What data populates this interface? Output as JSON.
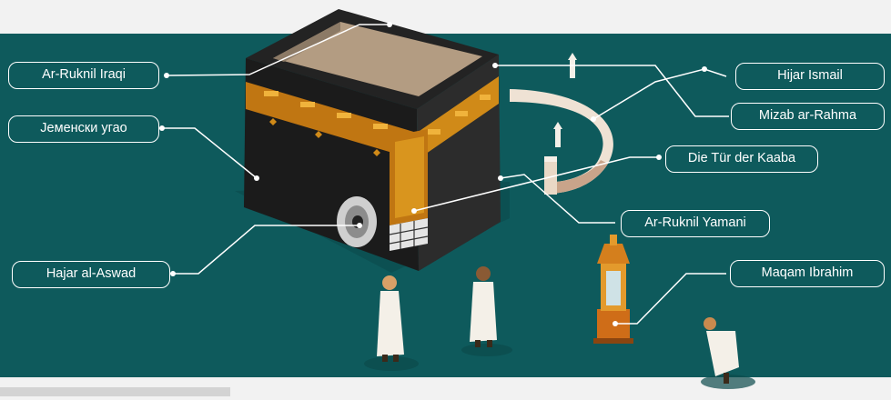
{
  "diagram": {
    "labels": {
      "ar_ruknil_iraqi": "Ar-Ruknil Iraqi",
      "yemeni_corner": "Јеменски угао",
      "hajar_al_aswad": "Hajar al-Aswad",
      "hijar_ismail": "Hijar Ismail",
      "mizab_ar_rahma": "Mizab ar-Rahma",
      "door_of_kaaba": "Die Tür der Kaaba",
      "ar_ruknil_yamani": "Ar-Ruknil Yamani",
      "maqam_ibrahim": "Maqam Ibrahim"
    },
    "colors": {
      "background": "#0e5a5c",
      "label_border": "#ffffff",
      "kaaba_body": "#1b1b1b",
      "gold": "#d08a18"
    }
  }
}
